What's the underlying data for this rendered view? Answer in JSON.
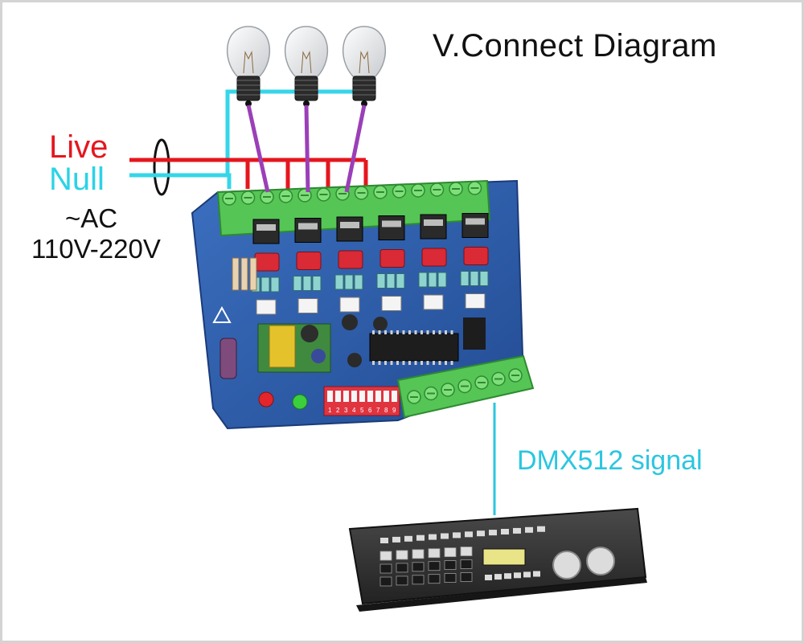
{
  "diagram": {
    "title": "V.Connect Diagram",
    "live_label": "Live",
    "null_label": "Null",
    "ac_label": "~AC",
    "voltage_label": "110V-220V",
    "signal_label": "DMX512 signal"
  },
  "colors": {
    "live_wire": "#e5161e",
    "null_wire": "#35d6e8",
    "lamp_wire": "#9b3fb8",
    "signal_wire": "#2bc6e0",
    "pcb": "#2f5fae",
    "terminal": "#5fcf5a",
    "frame": "#d4d4d4"
  },
  "board": {
    "channels": 6,
    "dip_labels": [
      "1",
      "2",
      "3",
      "4",
      "5",
      "6",
      "7",
      "8",
      "9"
    ],
    "leds": [
      {
        "name": "power-led",
        "color": "#e3262b"
      },
      {
        "name": "dmx-led",
        "color": "#3ccf3c"
      }
    ]
  },
  "lamps": {
    "count": 3
  },
  "controller": {
    "name_icon": "dmx-console"
  }
}
